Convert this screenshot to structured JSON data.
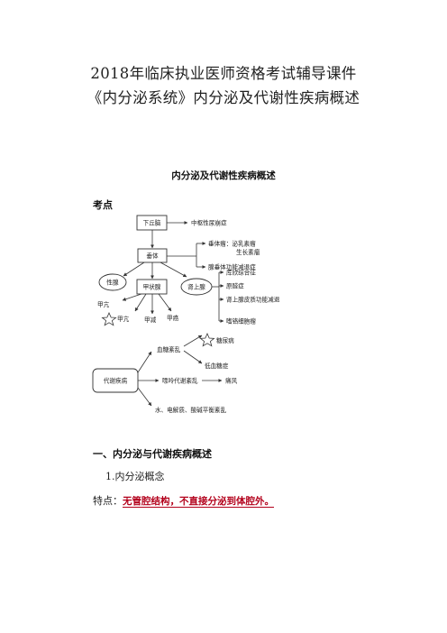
{
  "document": {
    "title_line1": "2018年临床执业医师资格考试辅导课件",
    "title_line2": "《内分泌系统》内分泌及代谢性疾病概述",
    "section_title": "内分泌及代谢性疾病概述",
    "kaodian": "考点",
    "heading1": "一、内分泌与代谢疾病概述",
    "para1": "1.内分泌概念",
    "para2_label": "特点：",
    "para2_emph": "无管腔结构，不直接分泌到体腔外。"
  },
  "diagram": {
    "hypothalamus": "下丘脑",
    "central_diabetes_insipidus": "中枢性尿崩症",
    "pituitary": "垂体",
    "pituitary_tumor": "垂体瘤：泌乳素瘤",
    "gh_tumor": "生长素瘤",
    "hypopituitarism": "腺垂体功能减退症",
    "gonad": "性腺",
    "thyroid": "甲状腺",
    "adrenal": "肾上腺",
    "hyperthyroid": "甲亢",
    "hyperthyroid_star": "甲亢",
    "hypothyroid": "甲减",
    "thyroid_cancer": "甲癌",
    "cushing": "库欣综合征",
    "aldosteronism": "原醛症",
    "adrenal_insufficiency": "肾上腺皮质功能减退",
    "pheochromocytoma": "嗜铬细胞瘤",
    "metabolic_disease": "代谢疾病",
    "glucose_disorder": "血糖紊乱",
    "diabetes": "糖尿病",
    "hypoglycemia": "低血糖症",
    "purine_disorder": "嘌呤代谢紊乱",
    "gout": "痛风",
    "electrolyte_disorder": "水、电解质、酸碱平衡紊乱"
  }
}
